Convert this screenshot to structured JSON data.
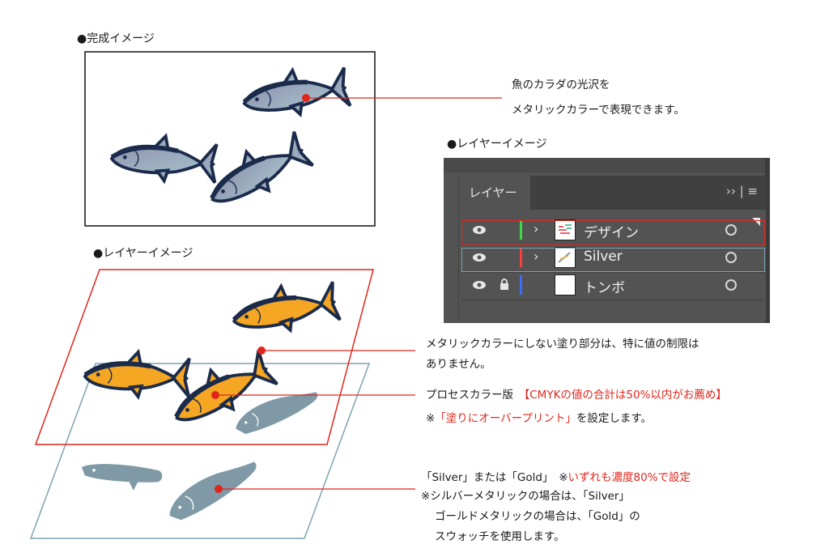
{
  "titles": {
    "complete_image": "●完成イメージ",
    "layer_image_left": "●レイヤーイメージ",
    "layer_image_right": "●レイヤーイメージ"
  },
  "notes": {
    "gloss_line1": "魚のカラダの光沢を",
    "gloss_line2": "メタリックカラーで表現できます。",
    "nonmetal_line1": "メタリックカラーにしない塗り部分は、特に値の制限は",
    "nonmetal_line2": "ありません。",
    "process_prefix": "プロセスカラー版　",
    "process_red": "【CMYKの値の合計は50%以内がお薦め】",
    "overprint_prefix": "※",
    "overprint_red": "「塗りにオーバープリント」",
    "overprint_suffix": "を設定します。",
    "silver_prefix": "「Silver」または「Gold」　※",
    "silver_red": "いずれも濃度80%で設定",
    "silver_line2": "※シルバーメタリックの場合は、「Silver」",
    "silver_line3": "ゴールドメタリックの場合は、「Gold」の",
    "silver_line4": "スウォッチを使用します。"
  },
  "layers_panel": {
    "tab_label": "レイヤー",
    "menu_icons": "›› | ≡",
    "layers": [
      {
        "name": "デザイン",
        "color": "#3ddc3d",
        "locked": false,
        "expandable": true,
        "selected": true
      },
      {
        "name": "Silver",
        "color": "#ff3b3b",
        "locked": false,
        "expandable": true,
        "selected": false
      },
      {
        "name": "トンボ",
        "color": "#3b6cff",
        "locked": true,
        "expandable": false,
        "selected": false
      }
    ]
  },
  "colors": {
    "callout_red": "#e1261c",
    "fish_dark": "#1b2b4b",
    "fish_orange": "#f5a623",
    "fish_silver": "#7f9aa6",
    "lower_layer_border": "#7ea4b0"
  }
}
